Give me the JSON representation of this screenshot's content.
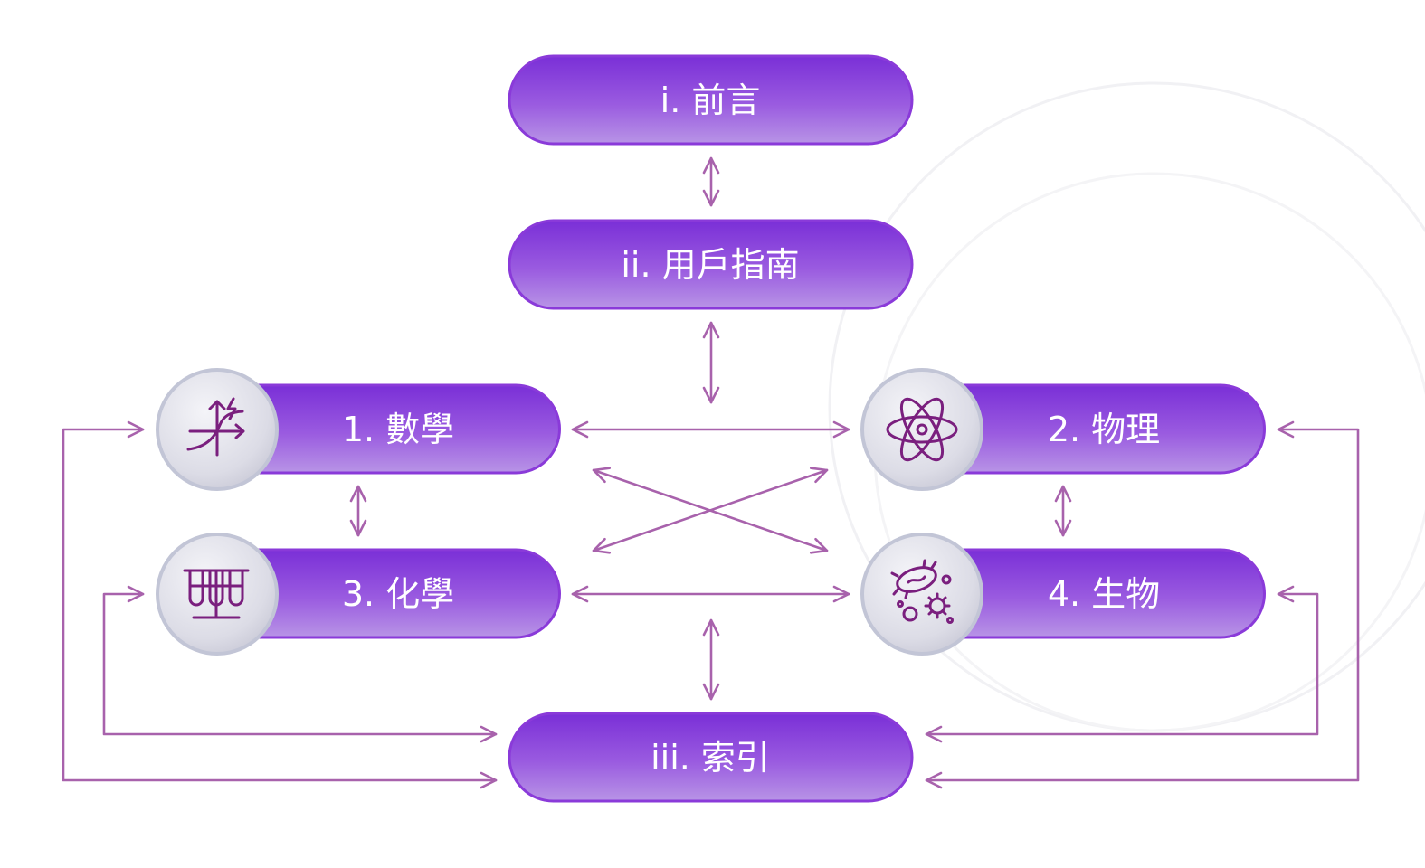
{
  "nodes": {
    "preface": "i. 前言",
    "guide": "ii. 用戶指南",
    "math": "1. 數學",
    "physics": "2. 物理",
    "chemistry": "3. 化學",
    "biology": "4. 生物",
    "index": "iii. 索引"
  },
  "icons": {
    "math": "math-graph-icon",
    "physics": "atom-icon",
    "chemistry": "test-tubes-icon",
    "biology": "microbe-icon"
  },
  "colors": {
    "pill_top": "#7b2fd8",
    "pill_bottom": "#b88fe6",
    "pill_border": "#8a3ad9",
    "connector": "#a862ac",
    "icon_stroke": "#7a1f7e"
  }
}
